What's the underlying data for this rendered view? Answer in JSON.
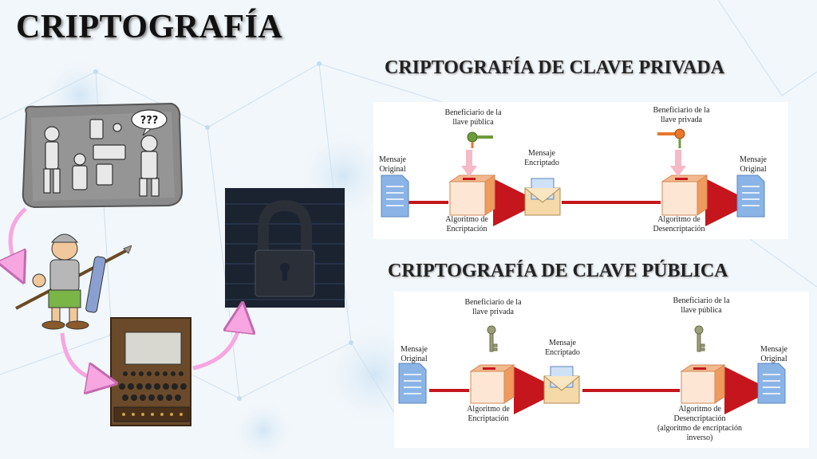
{
  "title": "CRIPTOGRAFÍA",
  "private_section": {
    "heading": "CRIPTOGRAFÍA DE CLAVE PRIVADA",
    "beneficiary_1": [
      "Beneficiario de la",
      "llave pública"
    ],
    "beneficiary_2": [
      "Beneficiario de la",
      "llave privada"
    ],
    "message_in": [
      "Mensaje",
      "Original"
    ],
    "message_enc": [
      "Mensaje",
      "Encriptado"
    ],
    "message_out": [
      "Mensaje",
      "Original"
    ],
    "algo_enc": [
      "Algoritmo de",
      "Encriptación"
    ],
    "algo_dec": [
      "Algoritmo de",
      "Desencriptación"
    ]
  },
  "public_section": {
    "heading": "CRIPTOGRAFÍA DE CLAVE PÚBLICA",
    "beneficiary_1": [
      "Beneficiario de la",
      "llave privada"
    ],
    "beneficiary_2": [
      "Beneficiario de la",
      "llave pública"
    ],
    "message_in": [
      "Mensaje",
      "Original"
    ],
    "message_enc": [
      "Mensaje",
      "Encriptado"
    ],
    "message_out": [
      "Mensaje",
      "Original"
    ],
    "algo_enc": [
      "Algoritmo de",
      "Encriptación"
    ],
    "algo_dec": [
      "Algoritmo de",
      "Desencriptación",
      "(algoritmo de encriptación",
      "inverso)"
    ]
  },
  "history_images": {
    "hieroglyph_speech": "???",
    "icons": [
      "hieroglyph-tablet-image",
      "roman-soldier-image",
      "enigma-machine-image",
      "padlock-equations-image"
    ]
  },
  "colors": {
    "arrow_red": "#c4161c",
    "cycle_arrow_pink": "#f7a6e2",
    "key_arrow_pink": "#f6b9c7",
    "document_blue": "#8ab4e6",
    "box_orange": "#f4b88e",
    "key_green": "#6d9b3a",
    "key_orange": "#e8782a"
  }
}
